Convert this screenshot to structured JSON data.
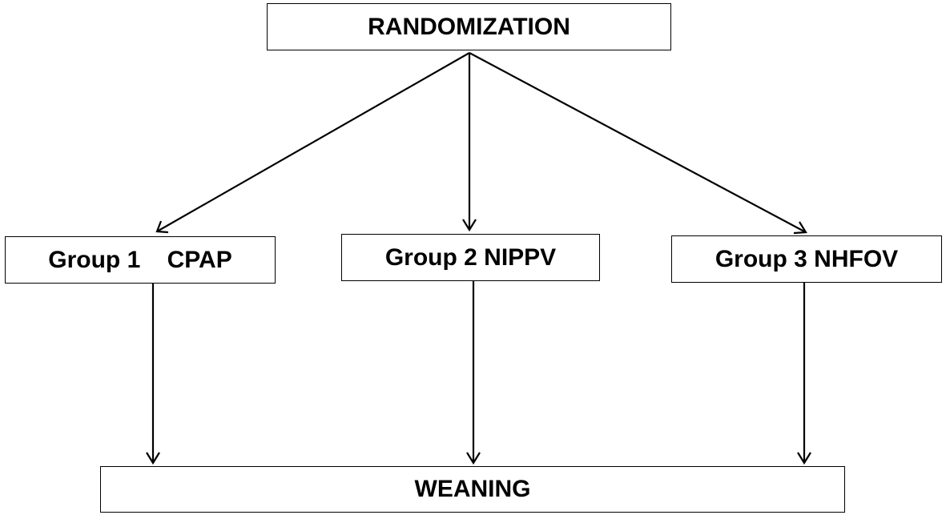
{
  "nodes": {
    "randomization": "RANDOMIZATION",
    "group1": "Group 1    CPAP",
    "group2": "Group 2 NIPPV",
    "group3": "Group 3 NHFOV",
    "weaning": "WEANING"
  },
  "edges": [
    {
      "from": "randomization",
      "to": "group1"
    },
    {
      "from": "randomization",
      "to": "group2"
    },
    {
      "from": "randomization",
      "to": "group3"
    },
    {
      "from": "group1",
      "to": "weaning"
    },
    {
      "from": "group2",
      "to": "weaning"
    },
    {
      "from": "group3",
      "to": "weaning"
    }
  ]
}
